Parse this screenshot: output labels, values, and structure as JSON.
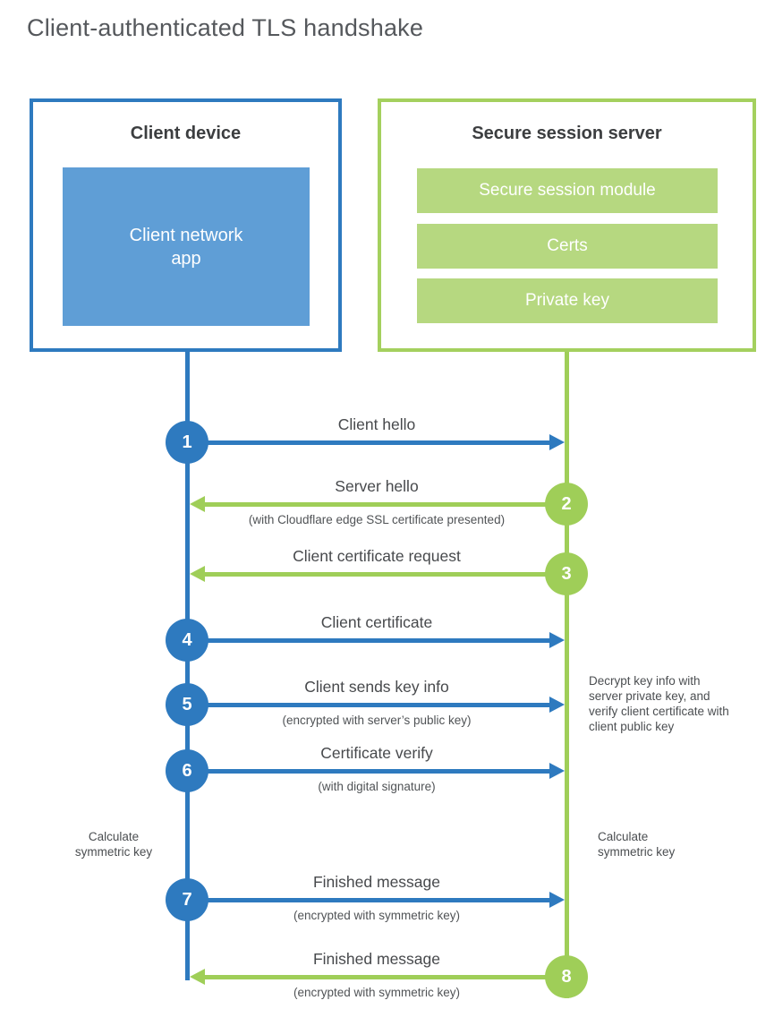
{
  "title": "Client-authenticated TLS handshake",
  "colors": {
    "blue": "#2e7abf",
    "blue_fill": "#5f9ed6",
    "green": "#9fce58",
    "green_border": "#a4d05e",
    "green_bar": "#b6d880"
  },
  "client_box": {
    "title": "Client device",
    "inner_label": "Client network app"
  },
  "server_box": {
    "title": "Secure session server",
    "modules": [
      "Secure session module",
      "Certs",
      "Private key"
    ]
  },
  "steps": [
    {
      "num": "1",
      "label": "Client hello",
      "sublabel": "",
      "direction": "to-server"
    },
    {
      "num": "2",
      "label": "Server hello",
      "sublabel": "(with Cloudflare edge SSL certificate presented)",
      "direction": "to-client"
    },
    {
      "num": "3",
      "label": "Client certificate request",
      "sublabel": "",
      "direction": "to-client"
    },
    {
      "num": "4",
      "label": "Client certificate",
      "sublabel": "",
      "direction": "to-server"
    },
    {
      "num": "5",
      "label": "Client sends key info",
      "sublabel": "(encrypted with server’s public key)",
      "direction": "to-server"
    },
    {
      "num": "6",
      "label": "Certificate verify",
      "sublabel": "(with digital signature)",
      "direction": "to-server"
    },
    {
      "num": "7",
      "label": "Finished message",
      "sublabel": "(encrypted with symmetric key)",
      "direction": "to-server"
    },
    {
      "num": "8",
      "label": "Finished message",
      "sublabel": "(encrypted with symmetric key)",
      "direction": "to-client"
    }
  ],
  "notes": {
    "decrypt": "Decrypt key info with server private key, and verify client certificate with client public key",
    "calc_left": "Calculate symmetric key",
    "calc_right": "Calculate symmetric key"
  }
}
